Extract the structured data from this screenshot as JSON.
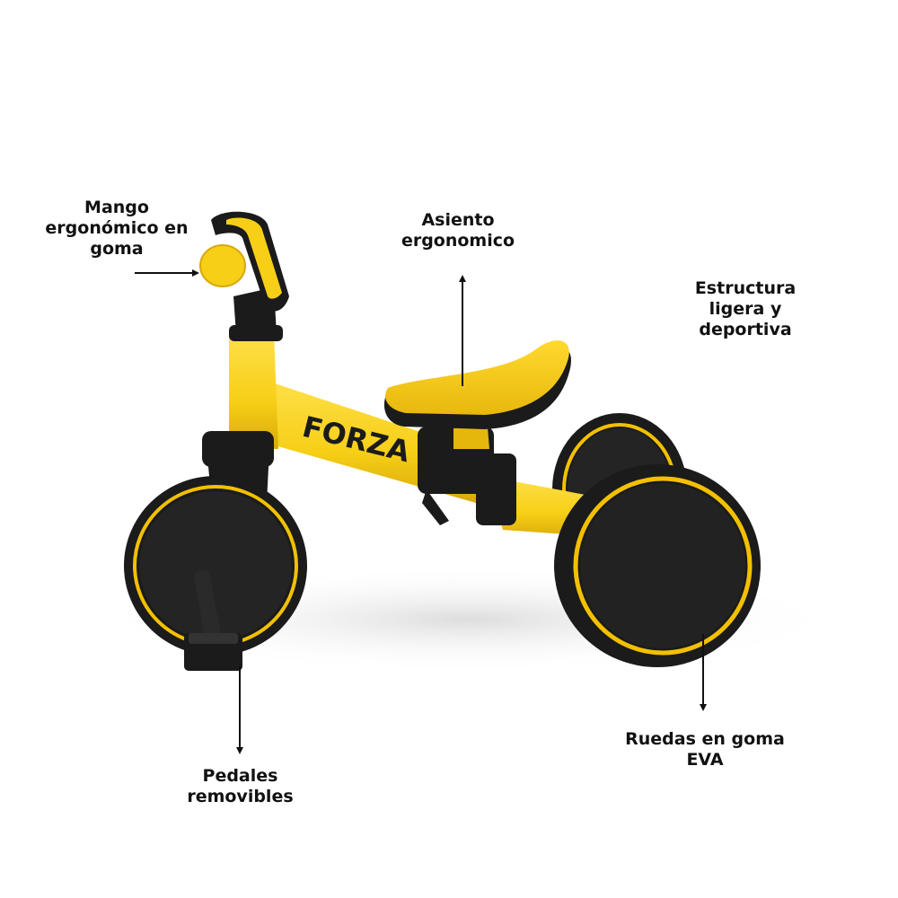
{
  "product": {
    "brand_logo_text": "FORZA",
    "colors": {
      "frame": "#f6cf16",
      "frame_shadow": "#d8a80a",
      "tire": "#1b1b1b",
      "rim_stripe": "#f2c000",
      "background": "#ffffff"
    }
  },
  "callouts": {
    "mango": [
      "Mango",
      "ergonómico en",
      "goma"
    ],
    "asiento": [
      "Asiento",
      "ergonomico"
    ],
    "estructura": [
      "Estructura",
      "ligera y",
      "deportiva"
    ],
    "pedales": [
      "Pedales",
      "removibles"
    ],
    "ruedas": [
      "Ruedas en goma",
      "EVA"
    ]
  },
  "icons": {
    "arrow": "arrow-icon"
  }
}
